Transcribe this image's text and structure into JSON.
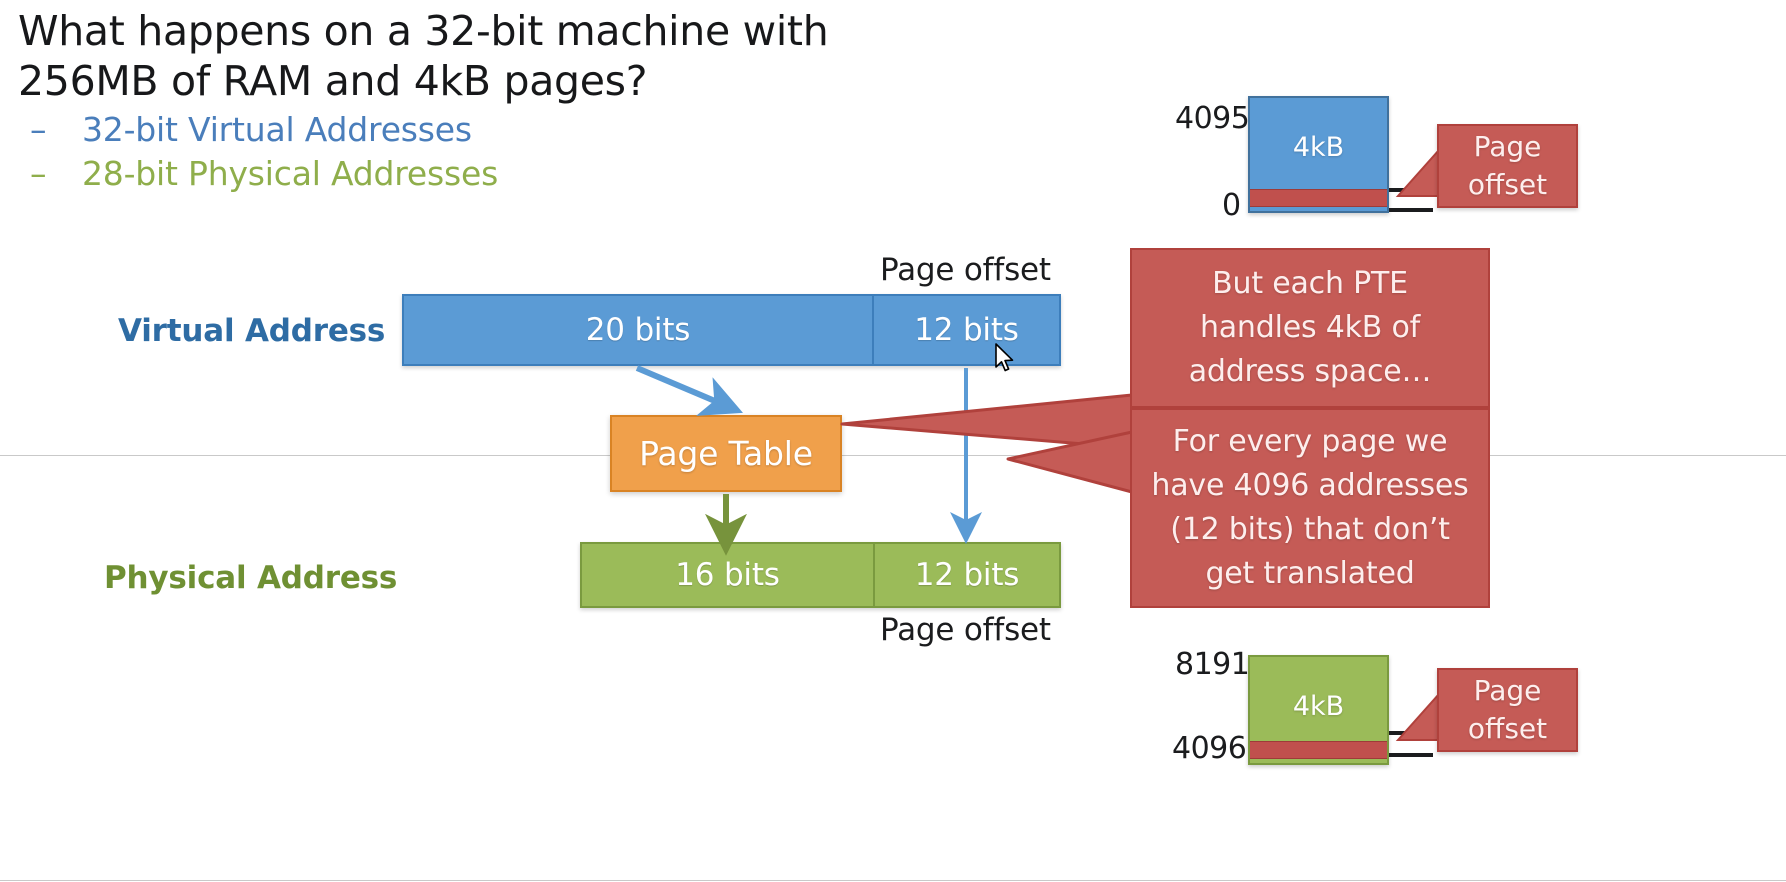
{
  "slide": {
    "title_line1": "What happens on a 32-bit machine with",
    "title_line2": "256MB of RAM and 4kB pages?",
    "bullets": [
      {
        "dash": "–",
        "text": "32-bit Virtual Addresses",
        "color": "#4a7ebb"
      },
      {
        "dash": "–",
        "text": "28-bit Physical Addresses",
        "color": "#8fae4b"
      }
    ]
  },
  "diagram": {
    "virtual_address": {
      "label": "Virtual Address",
      "label_color": "#2e6ca4",
      "fill_color": "#5b9bd5",
      "segments": [
        {
          "text": "20 bits"
        },
        {
          "text": "12 bits"
        }
      ],
      "offset_caption": "Page offset"
    },
    "physical_address": {
      "label": "Physical Address",
      "label_color": "#6f9033",
      "fill_color": "#9bbb59",
      "segments": [
        {
          "text": "16 bits"
        },
        {
          "text": "12 bits"
        }
      ],
      "offset_caption": "Page offset"
    },
    "page_table": {
      "label": "Page Table",
      "fill_color": "#f0a04b",
      "border_color": "#d98324"
    }
  },
  "callouts": {
    "accent_color": "#c55b56",
    "primary": "But each PTE handles 4kB of address space…",
    "secondary": "For every page we have 4096 addresses (12 bits) that don’t get translated",
    "mini_top": {
      "line1": "Page",
      "line2": "offset"
    },
    "mini_bottom": {
      "line1": "Page",
      "line2": "offset"
    }
  },
  "page_blocks": {
    "virtual": {
      "top_address": "4095",
      "bottom_address": "0",
      "size_label": "4kB",
      "fill_color": "#5b9bd5",
      "stripe_color": "#c0504d"
    },
    "physical": {
      "top_address": "8191",
      "bottom_address": "4096",
      "size_label": "4kB",
      "fill_color": "#9bbb59",
      "stripe_color": "#c0504d"
    }
  }
}
